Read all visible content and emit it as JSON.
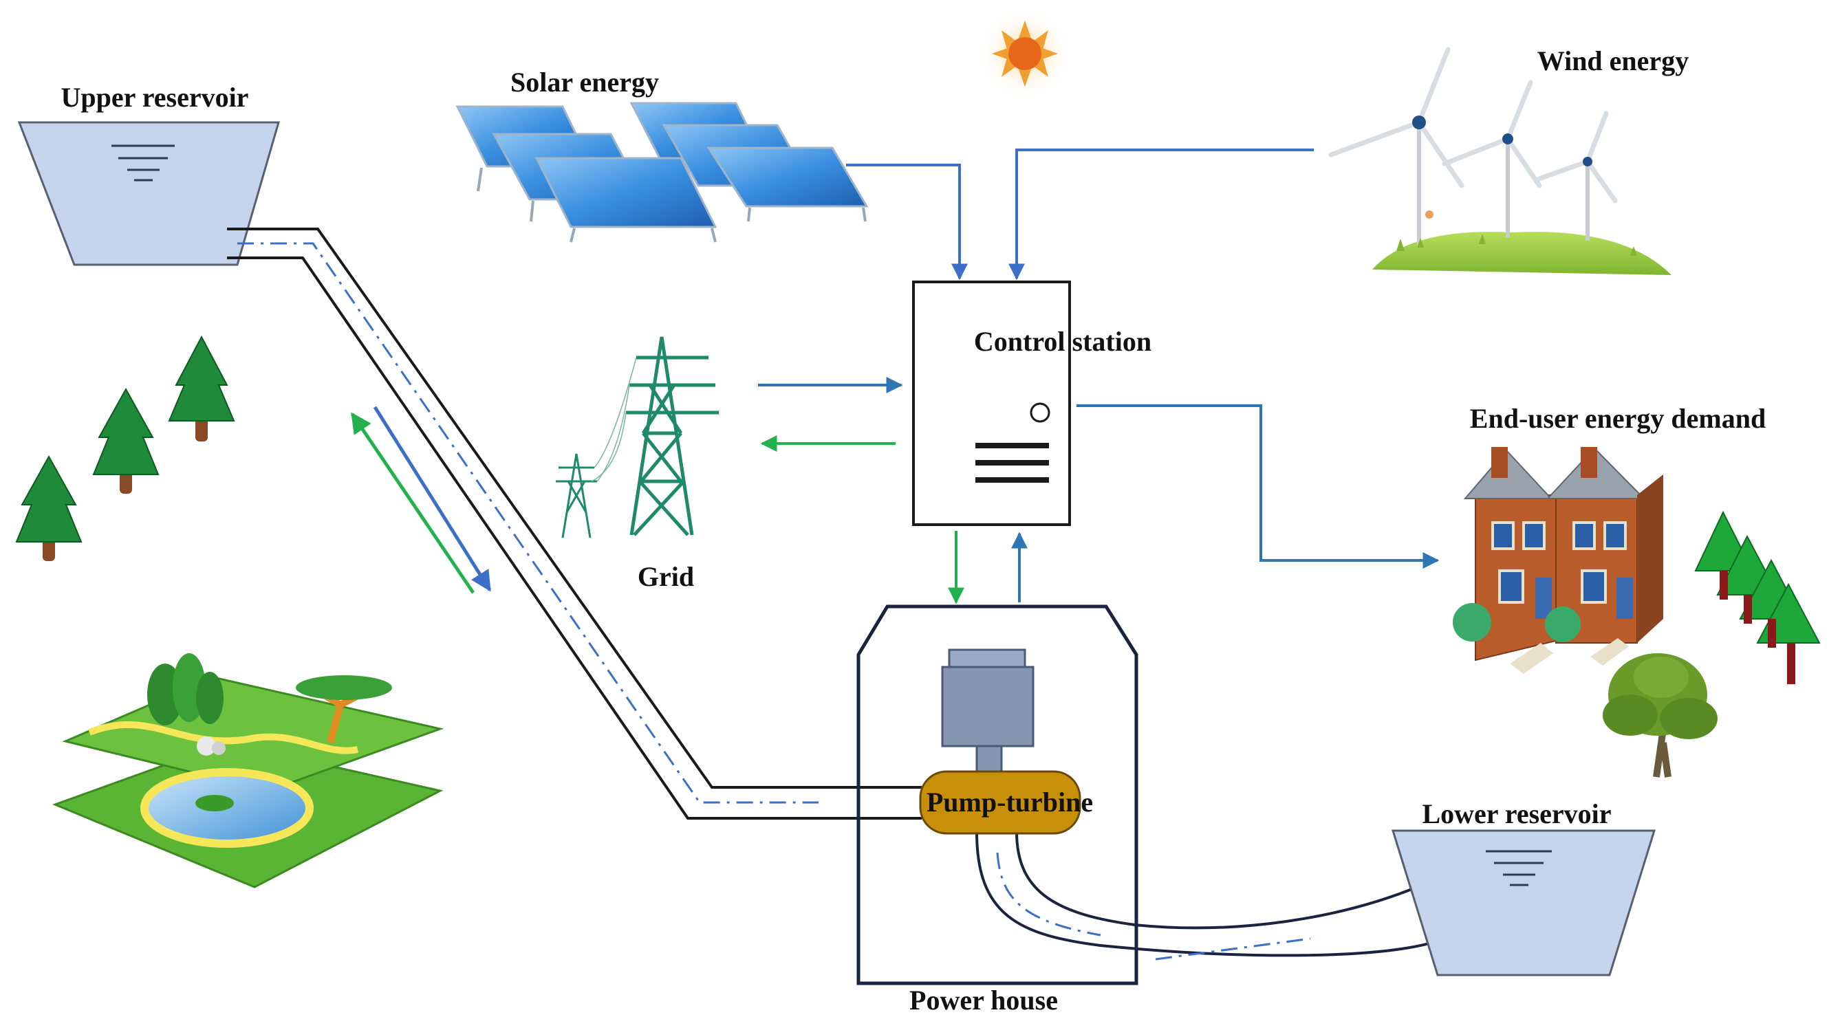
{
  "labels": {
    "upper_reservoir": "Upper reservoir",
    "solar_energy": "Solar energy",
    "wind_energy": "Wind energy",
    "control_station": "Control station",
    "grid": "Grid",
    "end_user_demand": "End-user energy demand",
    "pump_turbine": "Pump-turbine",
    "lower_reservoir": "Lower reservoir",
    "power_house": "Power house"
  },
  "colors": {
    "generation_flow": "#3b6fc8",
    "pumping_flow": "#22b14c",
    "supply_flow": "#2e75b6",
    "reservoir_water": "#c5d3ec",
    "pump_turbine": "#c8900a",
    "generator": "#8496b0",
    "pipe": "#1a1a1a"
  },
  "icons": {
    "sun": "sun-icon",
    "solar": "solar-panel-icon",
    "wind": "wind-turbine-icon",
    "grid": "transmission-tower-icon",
    "houses": "houses-icon",
    "trees": "tree-icon",
    "landscape": "landscape-icon"
  }
}
